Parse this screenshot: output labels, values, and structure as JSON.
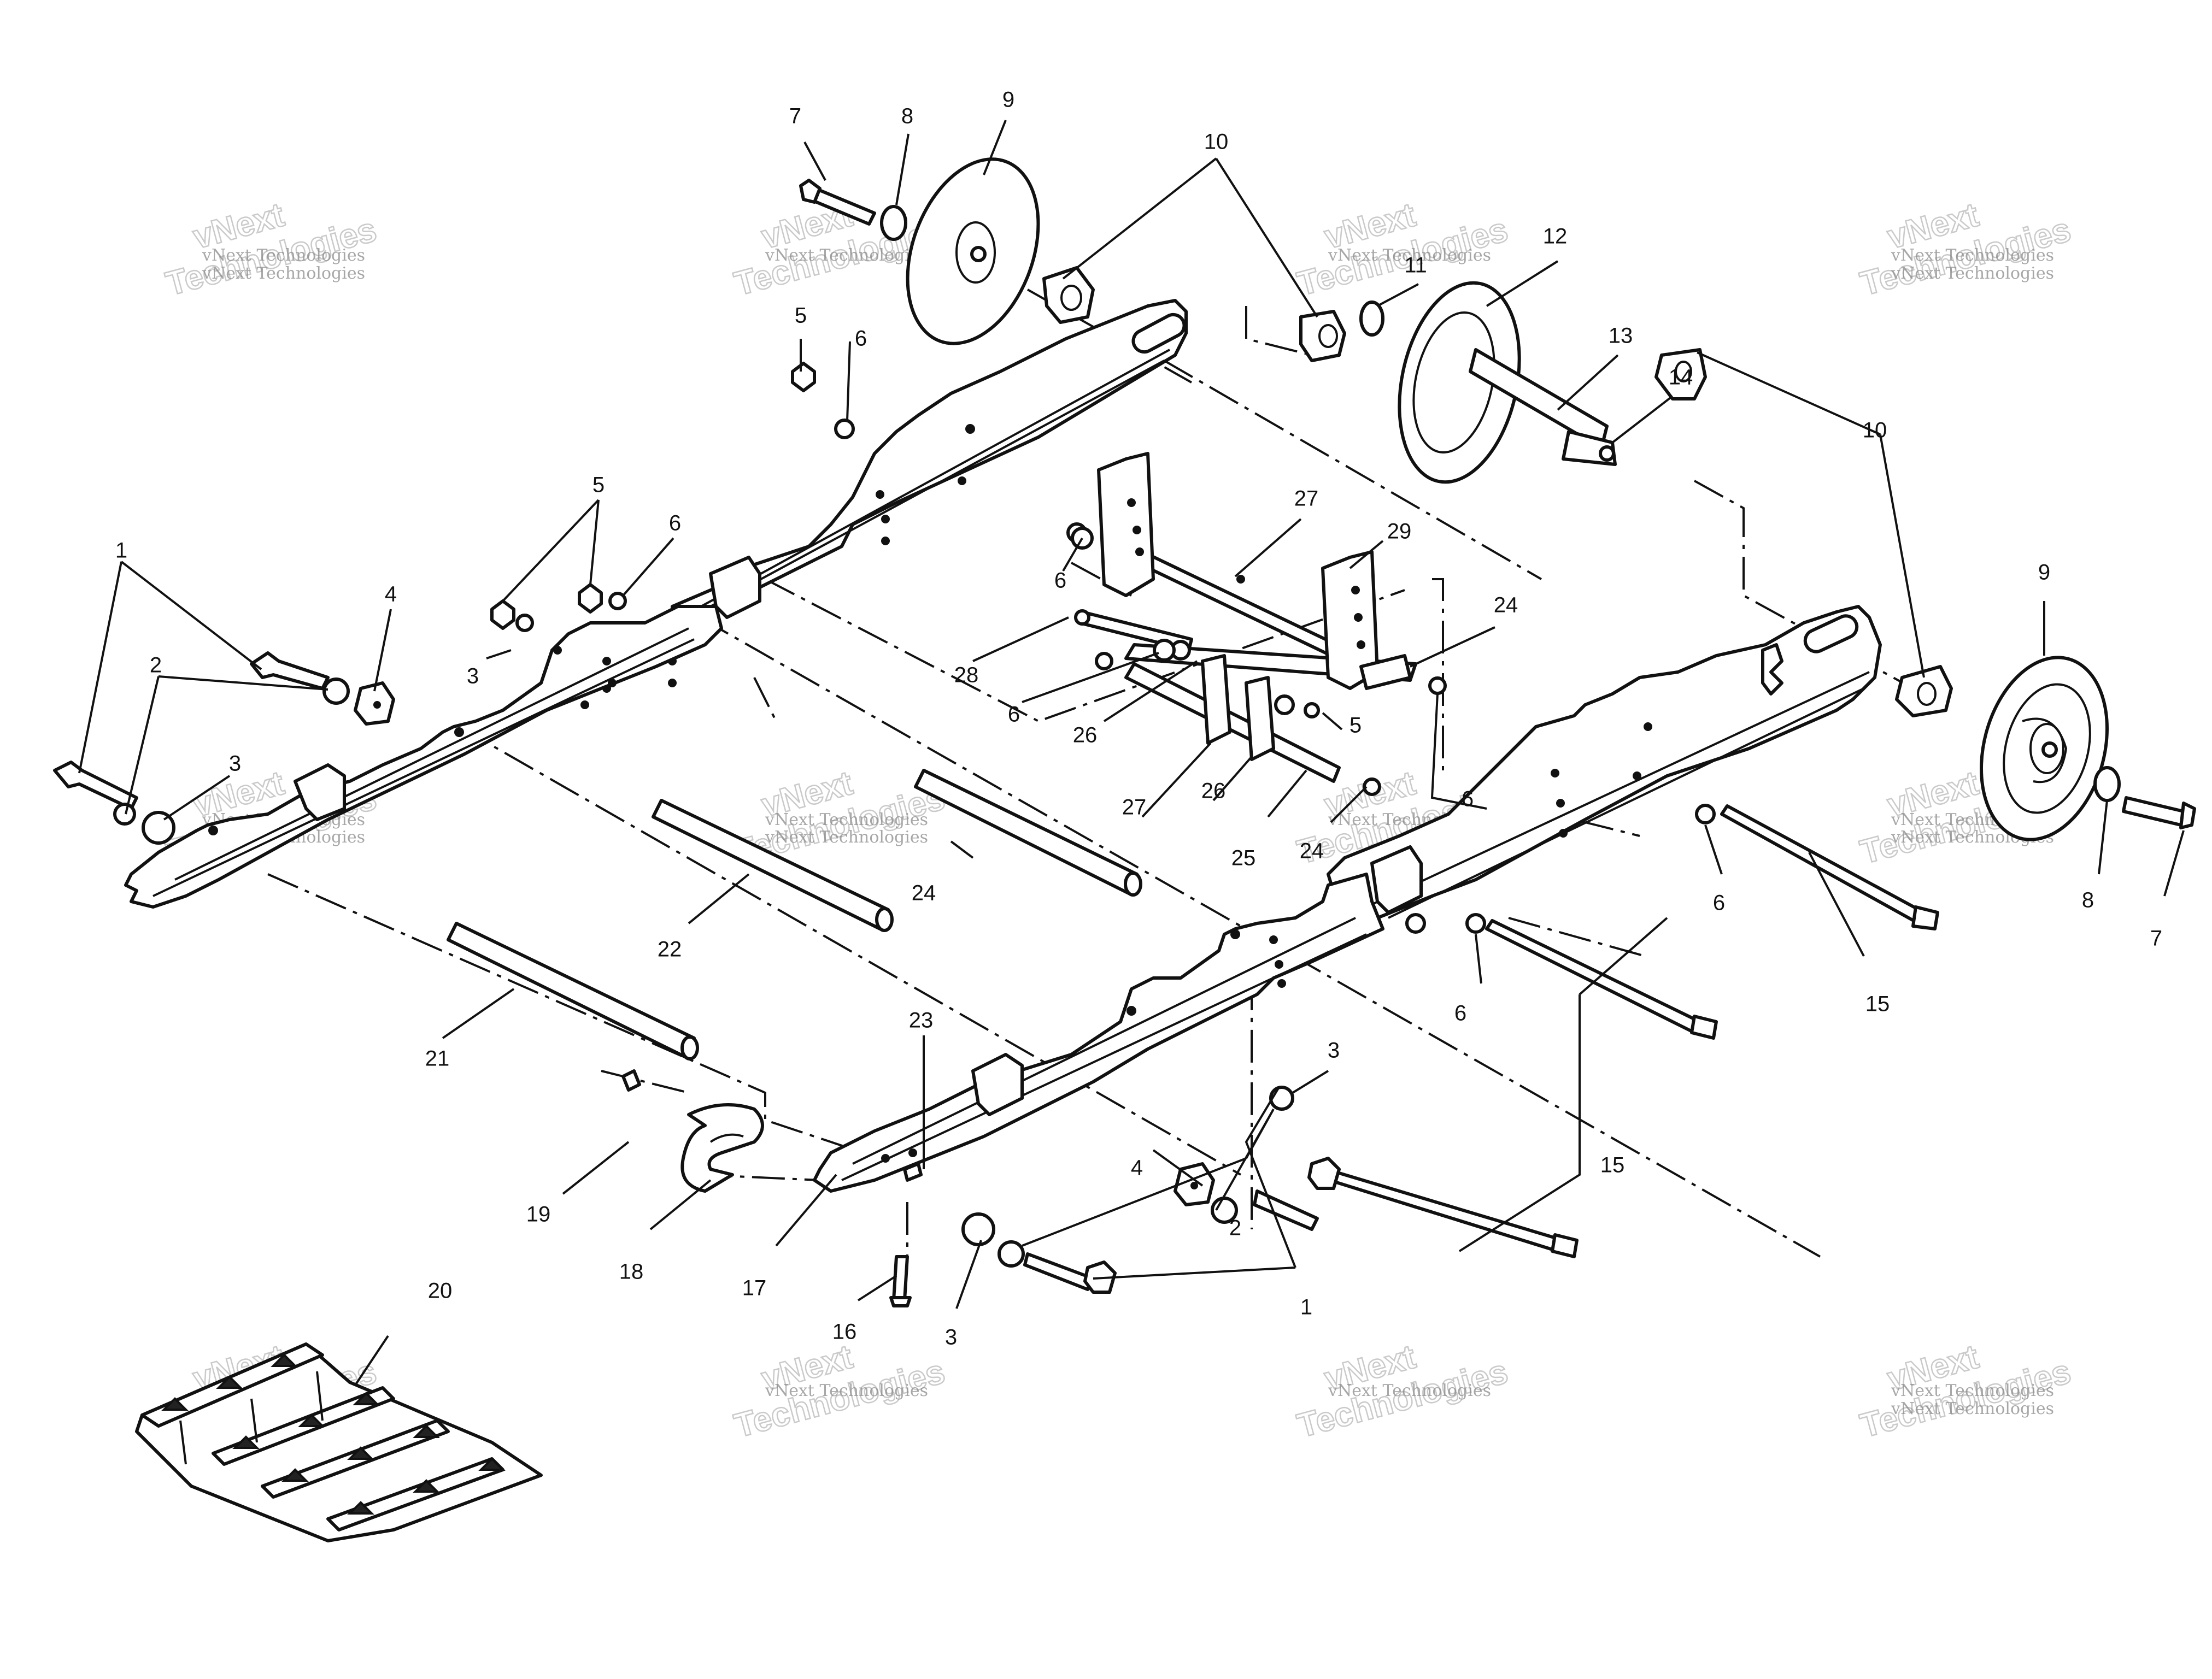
{
  "watermark": {
    "line1": "vNext Technologies",
    "big_word1": "vNext",
    "big_word2": "Technologies"
  },
  "callouts": [
    {
      "id": "c1a",
      "label": "1"
    },
    {
      "id": "c2a",
      "label": "2"
    },
    {
      "id": "c3a",
      "label": "3"
    },
    {
      "id": "c4a",
      "label": "4"
    },
    {
      "id": "c5a",
      "label": "5"
    },
    {
      "id": "c5b",
      "label": "5"
    },
    {
      "id": "c6a",
      "label": "6"
    },
    {
      "id": "c6b",
      "label": "6"
    },
    {
      "id": "c7a",
      "label": "7"
    },
    {
      "id": "c8a",
      "label": "8"
    },
    {
      "id": "c9a",
      "label": "9"
    },
    {
      "id": "c10a",
      "label": "10"
    },
    {
      "id": "c11",
      "label": "11"
    },
    {
      "id": "c12",
      "label": "12"
    },
    {
      "id": "c13",
      "label": "13"
    },
    {
      "id": "c14",
      "label": "14"
    },
    {
      "id": "c3b",
      "label": "3"
    },
    {
      "id": "c27a",
      "label": "27"
    },
    {
      "id": "c29",
      "label": "29"
    },
    {
      "id": "c6c",
      "label": "6"
    },
    {
      "id": "c24a",
      "label": "24"
    },
    {
      "id": "c28",
      "label": "28"
    },
    {
      "id": "c6d",
      "label": "6"
    },
    {
      "id": "c26a",
      "label": "26"
    },
    {
      "id": "c5c",
      "label": "5"
    },
    {
      "id": "c27b",
      "label": "27"
    },
    {
      "id": "c26b",
      "label": "26"
    },
    {
      "id": "c25",
      "label": "25"
    },
    {
      "id": "c24b",
      "label": "24"
    },
    {
      "id": "c6e",
      "label": "6"
    },
    {
      "id": "c10b",
      "label": "10"
    },
    {
      "id": "c9b",
      "label": "9"
    },
    {
      "id": "c8b",
      "label": "8"
    },
    {
      "id": "c7b",
      "label": "7"
    },
    {
      "id": "c6f",
      "label": "6"
    },
    {
      "id": "c15a",
      "label": "15"
    },
    {
      "id": "c6g",
      "label": "6"
    },
    {
      "id": "c24c",
      "label": "24"
    },
    {
      "id": "c22",
      "label": "22"
    },
    {
      "id": "c21",
      "label": "21"
    },
    {
      "id": "c3c",
      "label": "3"
    },
    {
      "id": "c15b",
      "label": "15"
    },
    {
      "id": "c23",
      "label": "23"
    },
    {
      "id": "c4b",
      "label": "4"
    },
    {
      "id": "c2b",
      "label": "2"
    },
    {
      "id": "c19",
      "label": "19"
    },
    {
      "id": "c18",
      "label": "18"
    },
    {
      "id": "c17",
      "label": "17"
    },
    {
      "id": "c16",
      "label": "16"
    },
    {
      "id": "c3d",
      "label": "3"
    },
    {
      "id": "c1b",
      "label": "1"
    },
    {
      "id": "c20",
      "label": "20"
    }
  ]
}
